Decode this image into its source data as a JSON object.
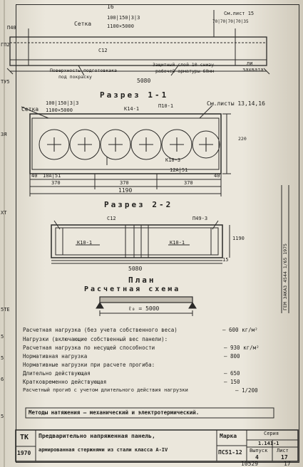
{
  "top": {
    "dim_top": "16",
    "setka": "Сетка",
    "setka_spec": "100|150|3|3",
    "setka_size": "1100×5000",
    "sm_list": "См.лист 15",
    "dims_right": "70|70|70|70|35",
    "label_left": "П40",
    "label_c12": "С12",
    "surface_note_1": "Поверхность подготовкака",
    "surface_note_2": "под покраску",
    "protect_note_1": "Защитный слой 10 снизу",
    "protect_note_2": "рабочей арматуры 60мм",
    "dim_length": "5080",
    "zakh_1": "ли",
    "zakh_2": "захвата"
  },
  "section1": {
    "title": "Разрез 1-1",
    "setka": "Сетка",
    "setka_spec": "100|150|3|3",
    "setka_size": "1100×5000",
    "label_k14": "К14-1",
    "label_p10": "П10-1",
    "sm_list": "См.листы 13,14,16",
    "label_10a": "10А|51",
    "label_12a": "12А|51",
    "label_kk": "К10-3",
    "dim_220": "220",
    "dim_40": "40",
    "dim_370_a": "370",
    "dim_370_b": "370",
    "dim_370_c": "370",
    "dim_1190": "1190",
    "dim_40b": "40"
  },
  "section2": {
    "title": "Разрез 2-2",
    "label_c12": "С12",
    "label_p49": "П49-3",
    "label_kk1": "К10-1",
    "label_kk2": "К10-1",
    "dim_1190": "1190",
    "dim_15": "15",
    "dim_5080": "5080"
  },
  "plan": {
    "title": "План",
    "scheme_title": "Расчетная схема",
    "span": "ℓ₀ = 5000"
  },
  "loads": [
    {
      "label": "Расчетная нагрузка (без учета собственного веса)",
      "value": "— 600 кг/м²"
    },
    {
      "label": "Нагрузки (включающие собственный вес панели):",
      "value": ""
    },
    {
      "label": "Расчетная нагрузка по несущей способности",
      "value": "— 930 кг/м²"
    },
    {
      "label": "Нормативная нагрузка",
      "value": "— 800"
    },
    {
      "label": "Нормативные нагрузки при расчете прогиба:",
      "value": ""
    },
    {
      "label": "Длительно действующая",
      "value": "— 650"
    },
    {
      "label": "Кратковременно действующая",
      "value": "— 150"
    },
    {
      "label": "Расчетный прогиб с учетом длительного действия нагрузки",
      "value": "— 1/200"
    }
  ],
  "margin": {
    "left_labels": [
      "ГП2",
      "ТУ5",
      "ЗЯ",
      "ХТ",
      "5ТЕ",
      "5",
      "5",
      "6",
      "5"
    ],
    "right_stamp": "ГЕМ ЗАКАЗ 4544 1/65 1975"
  },
  "methods": "Методы натяжения — механический и электротермический.",
  "title_block": {
    "org": "ТК",
    "year": "1970",
    "desc_1": "Предварительно напряженная панель,",
    "desc_2": "армированная стержнями из стали класса А-IV",
    "marka_label": "Марка",
    "marka": "ПС51-12",
    "series_label": "Серия",
    "series": "1.141-1",
    "vypusk_label": "Выпуск",
    "vypusk": "4",
    "list_label": "Лист",
    "list": "17"
  },
  "footer": {
    "code": "10529",
    "page": "17"
  }
}
